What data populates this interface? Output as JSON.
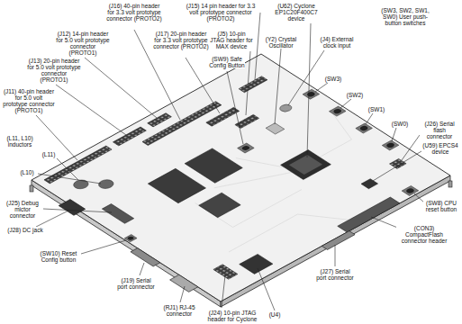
{
  "diagram": {
    "labels": [
      "(J16) 40-pin header for 3.3 volt prototype connector (PROTO2)",
      "(J15) 14 pin header for 3.3 volt prototype connector (PROTO2)",
      "(J12) 14-pin header for 5.0 volt prototype connector (PROTO1)",
      "(J17) 20-pin header for 3.3 volt prototype connector (PROTO2)",
      "(J5) 10-pin JTAG header for MAX device",
      "(Y2) Crystal Oscillator",
      "(U62) Cyclone EP1C20F400C7 device",
      "(J13) 20-pin header for 5.0 volt prototype connector (PROTO1)",
      "(SW9) Safe Config Button",
      "(J4) External clock input",
      "(SW3, SW2, SW1, SW0) User push-button switches",
      "(J11) 40-pin header for 5.0 volt prototype connector (PROTO1)",
      "(SW3)",
      "(SW2)",
      "(SW1)",
      "(SW0)",
      "(J26) Serial flash connector",
      "(L11, L10) inductors",
      "(L11)",
      "(L10)",
      "(U59) EPCS4 device",
      "(J25) Debug mictor connector",
      "(SW8) CPU reset button",
      "(J28) DC jack",
      "(SW10) Reset Config button",
      "(CON3) CompactFlash connector header",
      "(J19) Serial port connector",
      "(RJ1) RJ-45 connector",
      "(J24) 10-pin JTAG header for Cyclone",
      "(J27) Serial port connector",
      "(U4)"
    ]
  }
}
